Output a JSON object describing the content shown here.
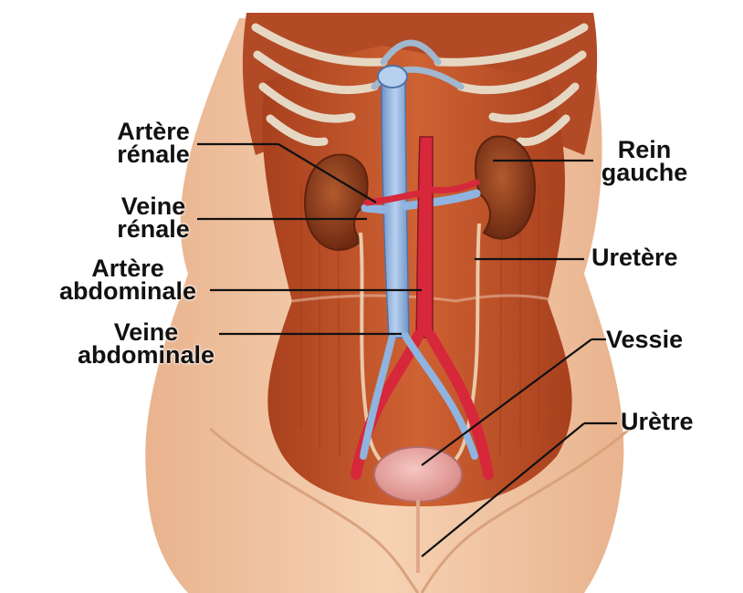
{
  "labels": {
    "renal_artery": "Artère\nrénale",
    "renal_vein": "Veine\nrénale",
    "abdominal_artery": "Artère\nabdominale",
    "abdominal_vein": "Veine\nabdominale",
    "left_kidney": "Rein\ngauche",
    "ureter": "Uretère",
    "bladder": "Vessie",
    "urethra": "Urètre"
  },
  "colors": {
    "artery": "#d6283a",
    "vein": "#8fb4e0",
    "kidney": "#8b3a1c",
    "muscle": "#c8552a",
    "skin": "#f0c09a",
    "bladder": "#e8a0a0",
    "leader_line": "#111111"
  }
}
